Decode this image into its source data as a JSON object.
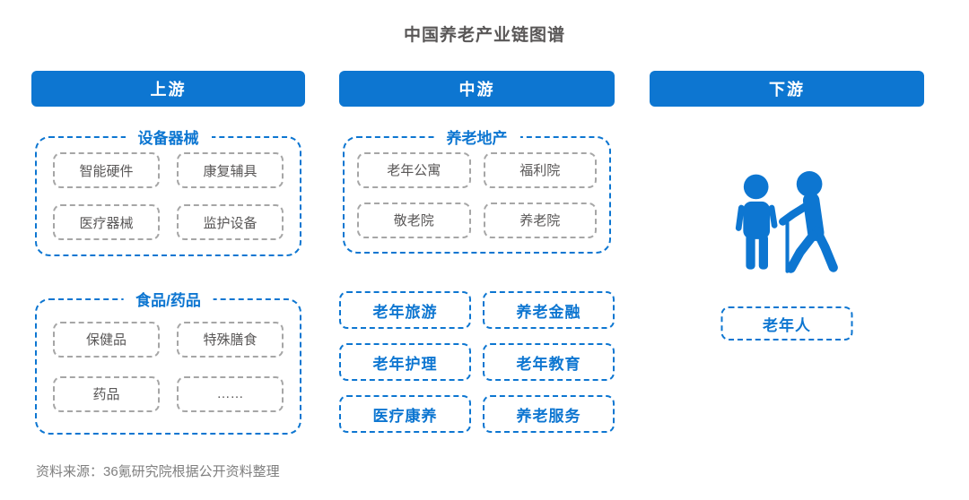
{
  "title": "中国养老产业链图谱",
  "colors": {
    "primary_blue": "#0d76d1",
    "item_text_gray": "#595757",
    "item_border_gray": "#a6a6a6",
    "footer_gray": "#7f7f7f"
  },
  "columns": [
    {
      "header": "上游",
      "groups": [
        {
          "label": "设备器械",
          "items": [
            "智能硬件",
            "康复辅具",
            "医疗器械",
            "监护设备"
          ]
        },
        {
          "label": "食品/药品",
          "items": [
            "保健品",
            "特殊膳食",
            "药品",
            "……"
          ]
        }
      ]
    },
    {
      "header": "中游",
      "groups": [
        {
          "label": "养老地产",
          "items": [
            "老年公寓",
            "福利院",
            "敬老院",
            "养老院"
          ]
        }
      ],
      "highlight_items": [
        "老年旅游",
        "养老金融",
        "老年护理",
        "老年教育",
        "医疗康养",
        "养老服务"
      ]
    },
    {
      "header": "下游",
      "icon": "elderly-people-icon",
      "highlight_items": [
        "老年人"
      ]
    }
  ],
  "footer": {
    "source": "资料来源：36氪研究院根据公开资料整理"
  }
}
